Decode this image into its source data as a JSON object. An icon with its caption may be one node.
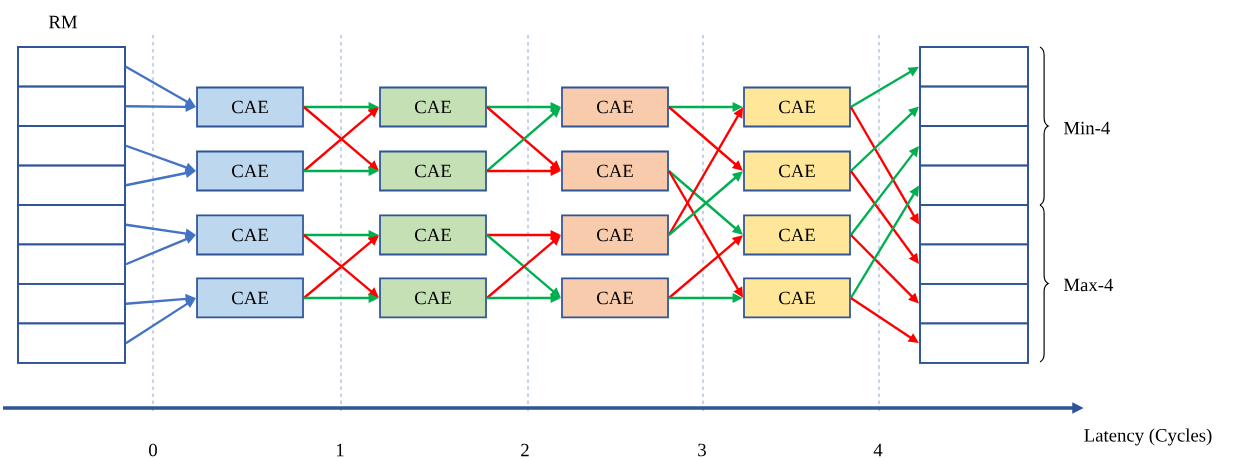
{
  "diagram": {
    "nodes": [
      {
        "text": [
          "RM"
        ]
      },
      {
        "text": [],
        "shape": "box",
        "in": 0
      },
      {
        "text": [],
        "shape": "box",
        "in": 0
      },
      {
        "text": [],
        "shape": "box",
        "in": 0
      },
      {
        "text": [],
        "shape": "box",
        "in": 0
      },
      {
        "text": [],
        "shape": "box",
        "in": 0
      },
      {
        "text": [],
        "shape": "box",
        "in": 0
      },
      {
        "text": [],
        "shape": "box",
        "in": 0
      },
      {
        "text": [],
        "shape": "box",
        "in": 0
      },
      {
        "text": [
          "CAE"
        ]
      },
      {
        "text": [
          "CAE"
        ]
      },
      {
        "text": [
          "CAE"
        ]
      },
      {
        "text": [
          "CAE"
        ]
      },
      {
        "text": [
          "CAE"
        ]
      },
      {
        "text": [
          "CAE"
        ]
      },
      {
        "text": [
          "CAE"
        ]
      },
      {
        "text": [
          "CAE"
        ]
      },
      {
        "text": [
          "CAE"
        ]
      },
      {
        "text": [
          "CAE"
        ]
      },
      {
        "text": [
          "CAE"
        ]
      },
      {
        "text": [
          "CAE"
        ]
      },
      {
        "text": [
          "CAE"
        ]
      },
      {
        "text": [
          "CAE"
        ]
      },
      {
        "text": [
          "CAE"
        ]
      },
      {
        "text": [
          "CAE"
        ]
      },
      {
        "text": [],
        "shape": "box"
      },
      {
        "text": [],
        "shape": "box",
        "in": 25
      },
      {
        "text": [],
        "shape": "box",
        "in": 25
      },
      {
        "text": [],
        "shape": "box",
        "in": 25
      },
      {
        "text": [],
        "shape": "box",
        "in": 25
      },
      {
        "text": [],
        "shape": "box",
        "in": 25
      },
      {
        "text": [],
        "shape": "box",
        "in": 25
      },
      {
        "text": [],
        "shape": "box",
        "in": 25
      },
      {
        "text": [],
        "shape": "box",
        "in": 25
      }
    ],
    "edges": [
      {
        "from": 1,
        "to": 9,
        "arrow": "to",
        "color": "#4472c4"
      },
      {
        "from": 2,
        "to": 9,
        "arrow": "to",
        "color": "#4472c4"
      },
      {
        "from": 3,
        "to": 10,
        "arrow": "to",
        "color": "#4472c4"
      },
      {
        "from": 4,
        "to": 10,
        "arrow": "to",
        "color": "#4472c4"
      },
      {
        "from": 5,
        "to": 11,
        "arrow": "to",
        "color": "#4472c4"
      },
      {
        "from": 6,
        "to": 11,
        "arrow": "to",
        "color": "#4472c4"
      },
      {
        "from": 7,
        "to": 12,
        "arrow": "to",
        "color": "#4472c4"
      },
      {
        "from": 8,
        "to": 12,
        "arrow": "to",
        "color": "#4472c4"
      },
      {
        "from": 9,
        "to": 13,
        "arrow": "to",
        "color": "#00b050"
      },
      {
        "from": 9,
        "to": 14,
        "arrow": "to",
        "color": "#ff0000"
      },
      {
        "from": 10,
        "to": 13,
        "arrow": "to",
        "color": "#ff0000"
      },
      {
        "from": 10,
        "to": 14,
        "arrow": "to",
        "color": "#00b050"
      },
      {
        "from": 11,
        "to": 15,
        "arrow": "to",
        "color": "#00b050"
      },
      {
        "from": 11,
        "to": 16,
        "arrow": "to",
        "color": "#ff0000"
      },
      {
        "from": 12,
        "to": 15,
        "arrow": "to",
        "color": "#ff0000"
      },
      {
        "from": 12,
        "to": 16,
        "arrow": "to",
        "color": "#00b050"
      },
      {
        "from": 13,
        "to": 17,
        "arrow": "to",
        "color": "#00b050"
      },
      {
        "from": 13,
        "to": 18,
        "arrow": "to",
        "color": "#ff0000"
      },
      {
        "from": 14,
        "to": 17,
        "arrow": "to",
        "color": "#00b050"
      },
      {
        "from": 14,
        "to": 18,
        "arrow": "to",
        "color": "#ff0000"
      },
      {
        "from": 15,
        "to": 19,
        "arrow": "to",
        "color": "#ff0000"
      },
      {
        "from": 15,
        "to": 20,
        "arrow": "to",
        "color": "#00b050"
      },
      {
        "from": 16,
        "to": 19,
        "arrow": "to",
        "color": "#ff0000"
      },
      {
        "from": 16,
        "to": 20,
        "arrow": "to",
        "color": "#00b050"
      },
      {
        "from": 17,
        "to": 21,
        "arrow": "to",
        "color": "#00b050"
      },
      {
        "from": 17,
        "to": 22,
        "arrow": "to",
        "color": "#ff0000"
      },
      {
        "from": 18,
        "to": 23,
        "arrow": "to",
        "color": "#00b050"
      },
      {
        "from": 18,
        "to": 24,
        "arrow": "to",
        "color": "#ff0000"
      },
      {
        "from": 19,
        "to": 21,
        "arrow": "to",
        "color": "#ff0000"
      },
      {
        "from": 19,
        "to": 22,
        "arrow": "to",
        "color": "#00b050"
      },
      {
        "from": 20,
        "to": 23,
        "arrow": "to",
        "color": "#ff0000"
      },
      {
        "from": 20,
        "to": 24,
        "arrow": "to",
        "color": "#00b050"
      },
      {
        "from": 21,
        "to": 26,
        "arrow": "to",
        "color": "#00b050"
      },
      {
        "from": 21,
        "to": 30,
        "arrow": "to",
        "color": "#ff0000"
      },
      {
        "from": 22,
        "to": 27,
        "arrow": "to",
        "color": "#00b050"
      },
      {
        "from": 22,
        "to": 31,
        "arrow": "to",
        "color": "#ff0000"
      },
      {
        "from": 23,
        "to": 28,
        "arrow": "to",
        "color": "#00b050"
      },
      {
        "from": 23,
        "to": 32,
        "arrow": "to",
        "color": "#ff0000"
      },
      {
        "from": 24,
        "to": 29,
        "arrow": "to",
        "color": "#00b050"
      },
      {
        "from": 24,
        "to": 33,
        "arrow": "to",
        "color": "#ff0000"
      }
    ],
    "labels": [
      "Min-4",
      "Max-4",
      "0",
      "1",
      "2",
      "3",
      "4",
      "Latency (Cycles)"
    ]
  }
}
